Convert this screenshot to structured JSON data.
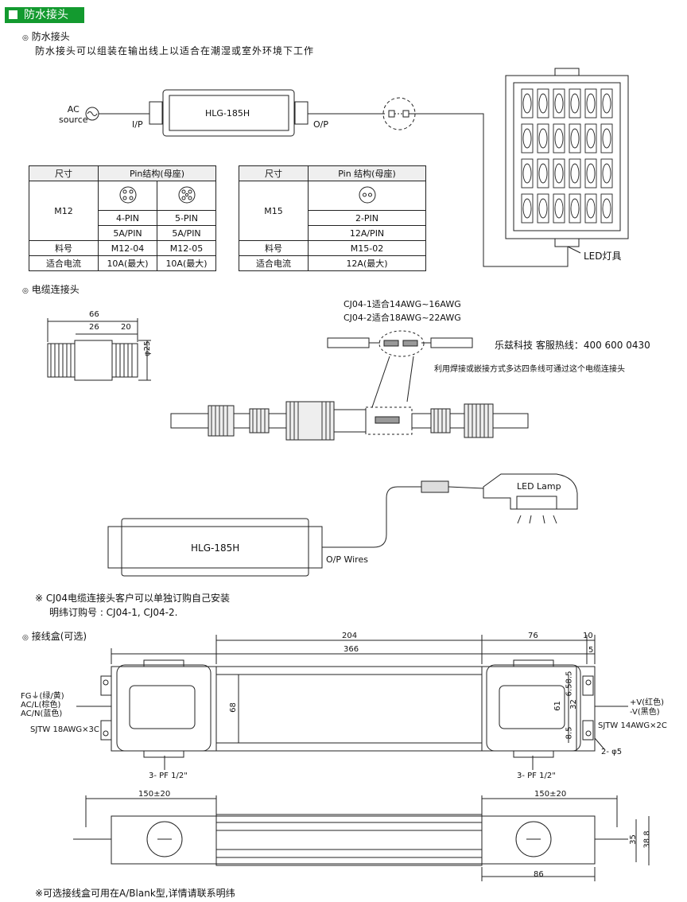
{
  "banner": {
    "title": "防水接头"
  },
  "waterproof": {
    "heading": "防水接头",
    "description": "防水接头可以组装在输出线上以适合在潮湿或室外环境下工作",
    "ac_source_line1": "AC",
    "ac_source_line2": "source",
    "ip_label": "I/P",
    "driver_label": "HLG-185H",
    "op_label": "O/P",
    "led_fixture_label": "LED灯具"
  },
  "table_m12": {
    "header_size": "尺寸",
    "header_pin": "Pin结构(母座)",
    "size": "M12",
    "pin_a": "4-PIN",
    "pin_b": "5-PIN",
    "current_a": "5A/PIN",
    "current_b": "5A/PIN",
    "row_part": "料号",
    "part_a": "M12-04",
    "part_b": "M12-05",
    "row_current": "适合电流",
    "max_a": "10A(最大)",
    "max_b": "10A(最大)"
  },
  "table_m15": {
    "header_size": "尺寸",
    "header_pin": "Pin 结构(母座)",
    "size": "M15",
    "pin_a": "2-PIN",
    "current_a": "12A/PIN",
    "row_part": "料号",
    "part_a": "M15-02",
    "row_current": "适合电流",
    "max_a": "12A(最大)"
  },
  "cable_connector": {
    "heading": "电缆连接头",
    "dim_total": "66",
    "dim_a": "26",
    "dim_b": "20",
    "dim_dia": "φ25",
    "cj04_1": "CJ04-1适合14AWG~16AWG",
    "cj04_2": "CJ04-2适合18AWG~22AWG",
    "hotline": "乐兹科技 客服热线：400 600 0430",
    "note": "利用焊接或嵌接方式多达四条线可通过这个电缆连接头",
    "led_lamp": "LED Lamp",
    "driver_label": "HLG-185H",
    "op_wires": "O/P Wires",
    "footnote1": "※ CJ04电缆连接头客户可以单独订购自己安装",
    "footnote2": "明纬订购号 : CJ04-1, CJ04-2."
  },
  "junction_box": {
    "heading": "接线盒(可选)",
    "dim_204": "204",
    "dim_76": "76",
    "dim_10": "10",
    "dim_366": "366",
    "dim_5": "5",
    "dim_68": "68",
    "dim_61": "61",
    "dim_32": "32",
    "dim_8_5_top": "8.5",
    "dim_6_5": "6.5",
    "dim_8_5_bot": "8.5",
    "hole": "2- φ5",
    "fg": "FG⏚(绿/黄)",
    "acl": "AC/L(棕色)",
    "acn": "AC/N(蓝色)",
    "sjtw_left": "SJTW 18AWG×3C",
    "vplus": "+V(红色)",
    "vminus": "-V(黑色)",
    "sjtw_right": "SJTW 14AWG×2C",
    "pf_left": "3- PF 1/2\"",
    "pf_right": "3- PF 1/2\"",
    "dim_150_left": "150±20",
    "dim_150_right": "150±20",
    "dim_35": "35",
    "dim_38_8": "38.8",
    "dim_86": "86",
    "footnote": "※可选接线盒可用在A/Blank型,详情请联系明纬"
  }
}
